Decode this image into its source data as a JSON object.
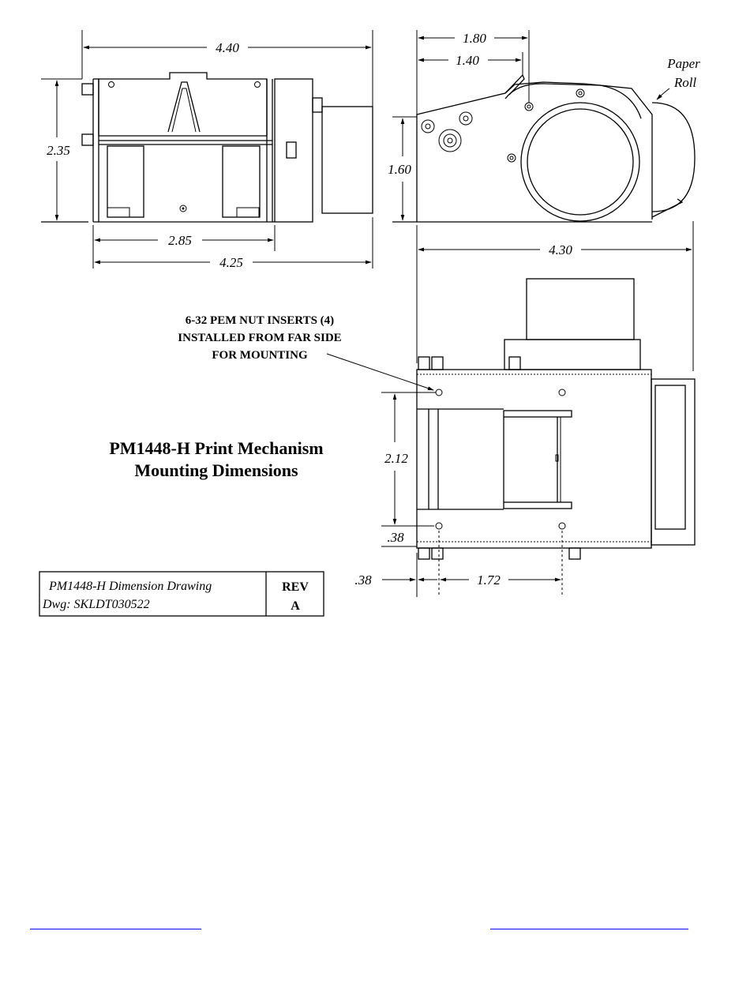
{
  "dimensions": {
    "front_width_top": "4.40",
    "front_height": "2.35",
    "front_inner_width": "2.85",
    "front_overall_width": "4.25",
    "side_offset_1": "1.80",
    "side_offset_2": "1.40",
    "side_height": "1.60",
    "side_length": "4.30",
    "top_hole_spacing_v": "2.12",
    "top_hole_offset_v": ".38",
    "top_hole_offset_h": ".38",
    "top_hole_spacing_h": "1.72"
  },
  "paper_roll_label": {
    "line1": "Paper",
    "line2": "Roll"
  },
  "mount_note": {
    "line1": "6-32 PEM NUT INSERTS (4)",
    "line2": "INSTALLED FROM FAR SIDE",
    "line3": "FOR MOUNTING"
  },
  "title": {
    "line1": "PM1448-H Print Mechanism",
    "line2": "Mounting Dimensions"
  },
  "title_block": {
    "description": "PM1448-H Dimension Drawing",
    "drawing_number": "Dwg: SKLDT030522",
    "rev_label": "REV",
    "rev_value": "A"
  },
  "colors": {
    "line": "#000000",
    "link": "#0000ee",
    "background": "#ffffff"
  }
}
